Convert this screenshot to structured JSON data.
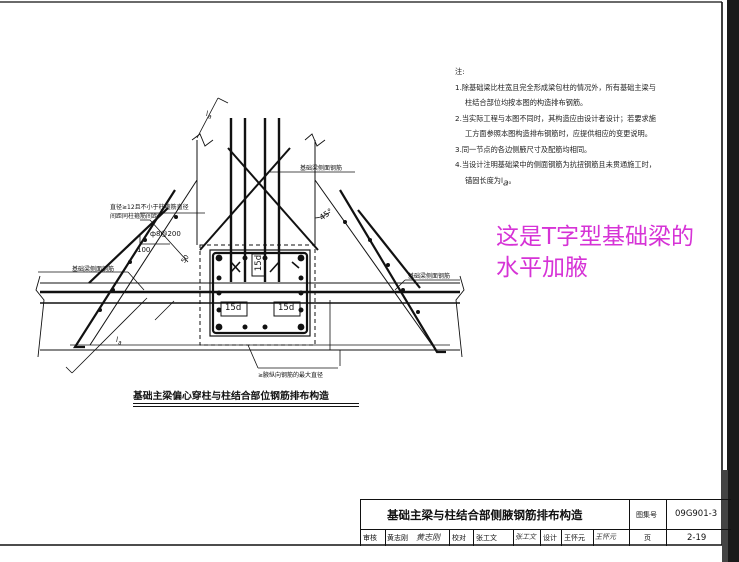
{
  "notes": {
    "title": "注:",
    "items": [
      {
        "line1": "1.除基础梁比柱宽且完全形成梁包柱的情况外，所有基础主梁与",
        "line2": "柱结合部位均按本图的构造排布钢筋。"
      },
      {
        "line1": "2.当实际工程与本图不同时，其构造应由设计者设计；若要求施",
        "line2": "工方面参照本图构造排布钢筋时，应提供相应的变更说明。"
      },
      {
        "line1": "3.同一节点的各边侧腋尺寸及配筋均相同。",
        "line2": ""
      },
      {
        "line1": "4.当设计注明基础梁中的侧面钢筋为抗扭钢筋且未贯通施工时，",
        "line2": "锚固长度为l",
        "line2_sub": "a",
        "line2_end": "。"
      }
    ]
  },
  "annotation": {
    "line1": "这是T字型基础梁的",
    "line2": "水平加腋"
  },
  "labels": {
    "beam_side_top": "基础梁侧面钢筋",
    "diameter_note_1": "直径≥12且不小于柱箍筋直径",
    "diameter_note_2": "间距同柱箍筋间距",
    "stirrup": "ф8@200",
    "dim_100": "100",
    "dim_50": "50",
    "beam_side_left": "基础梁侧面钢筋",
    "beam_side_right": "基础梁侧面钢筋",
    "angle": "45°",
    "dim_15d_top": "15d",
    "dim_15d_left": "15d",
    "dim_15d_right": "15d",
    "la_top": "l",
    "la_top_sub": "a",
    "la_bottom": "l",
    "la_bottom_sub": "a",
    "max_diameter": "≥腋纵向钢筋的最大直径"
  },
  "caption": "基础主梁偏心穿柱与柱结合部位钢筋排布构造",
  "title_block": {
    "title": "基础主梁与柱结合部侧腋钢筋排布构造",
    "atlas_label": "图集号",
    "atlas_no": "09G901-3",
    "page_label": "页",
    "page_no": "2-19",
    "review_label": "审核",
    "reviewer": "黄志刚",
    "reviewer_sig": "黄志刚",
    "check_label": "校对",
    "checker": "张工文",
    "checker_sig": "张工文",
    "design_label": "设计",
    "designer": "王怀元",
    "designer_sig": "王怀元"
  }
}
